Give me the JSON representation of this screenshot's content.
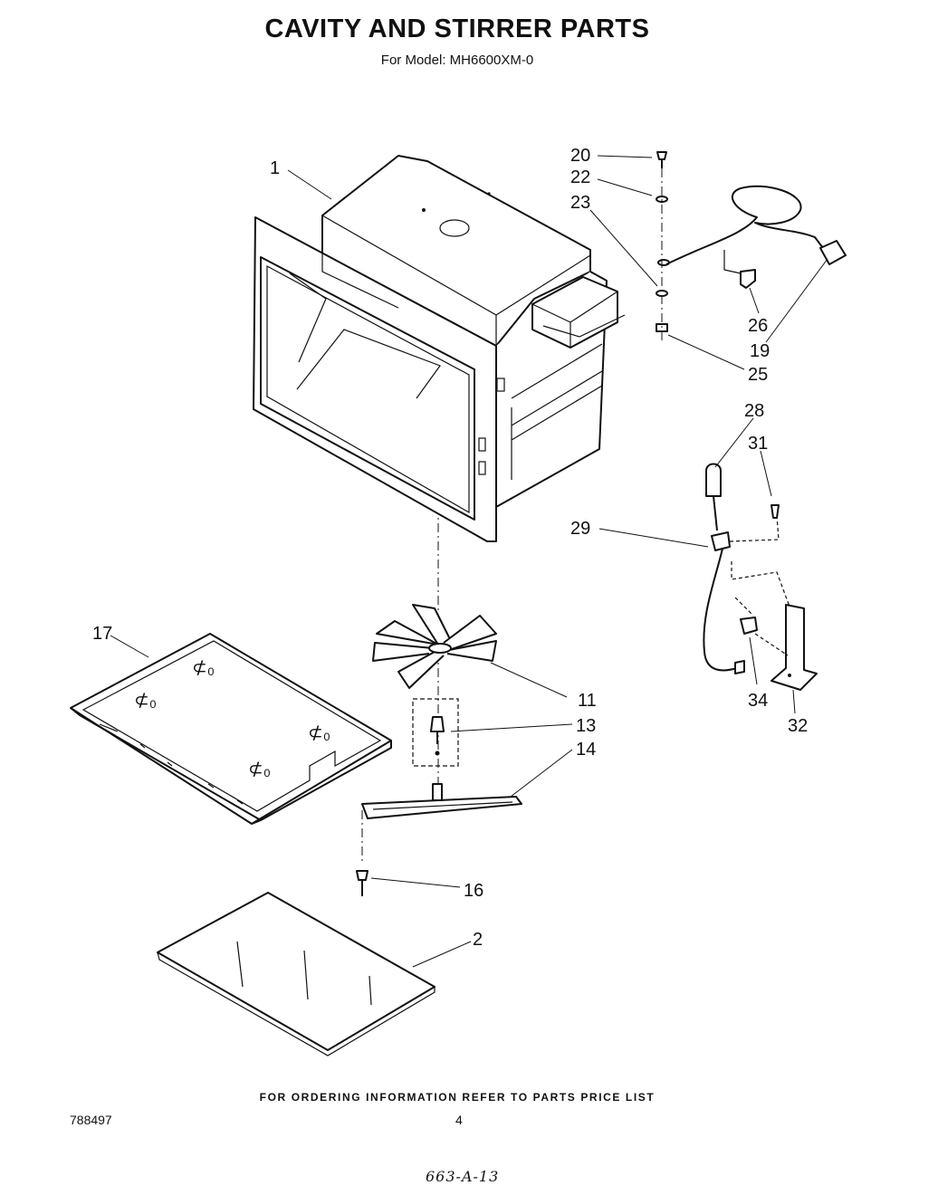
{
  "header": {
    "title": "CAVITY AND STIRRER PARTS",
    "model_line": "For Model: MH6600XM-0"
  },
  "callouts": [
    {
      "id": "1",
      "label": "1"
    },
    {
      "id": "2",
      "label": "2"
    },
    {
      "id": "11",
      "label": "11"
    },
    {
      "id": "13",
      "label": "13"
    },
    {
      "id": "14",
      "label": "14"
    },
    {
      "id": "16",
      "label": "16"
    },
    {
      "id": "17",
      "label": "17"
    },
    {
      "id": "19",
      "label": "19"
    },
    {
      "id": "20",
      "label": "20"
    },
    {
      "id": "22",
      "label": "22"
    },
    {
      "id": "23",
      "label": "23"
    },
    {
      "id": "25",
      "label": "25"
    },
    {
      "id": "26",
      "label": "26"
    },
    {
      "id": "28",
      "label": "28"
    },
    {
      "id": "29",
      "label": "29"
    },
    {
      "id": "31",
      "label": "31"
    },
    {
      "id": "32",
      "label": "32"
    },
    {
      "id": "34",
      "label": "34"
    }
  ],
  "footer": {
    "ordering_note": "FOR ORDERING INFORMATION REFER TO PARTS PRICE LIST",
    "doc_number": "788497",
    "page_number": "4",
    "handwritten_note": "663-A-13"
  }
}
